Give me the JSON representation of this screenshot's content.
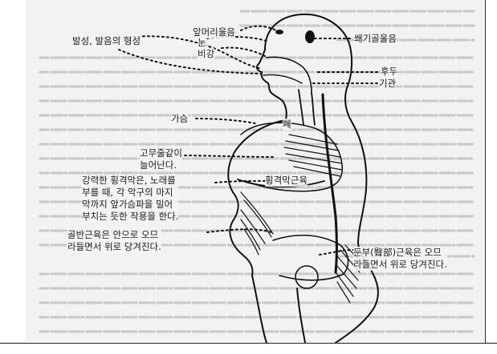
{
  "labels": {
    "forehead_resonance": "앞머리울음",
    "eye": "눈",
    "nasal_cavity": "비강",
    "vocalization": "발성, 발음의 형성",
    "sphenoid_resonance": "쐐기골울음",
    "pharynx": "후두",
    "trachea": "기관",
    "chest": "가슴",
    "lung": "폐",
    "ribs_expand": "고무줄같이\n늘어난다.",
    "diaphragm_description": "강력한 횡격막은, 노래를\n부를 때, 각 악구의 마지\n막까지 앞가슴파을 밀어\n부치는 듯한 작용을 한다.",
    "diaphragm": "횡격막근육",
    "pelvic_muscles": "골반근육은 안으로 오므\n라들면서 위로 당겨진다.",
    "gluteal_muscles": "둔부(臀部)근육은 오므\n라들면서 위로 당겨진다."
  }
}
